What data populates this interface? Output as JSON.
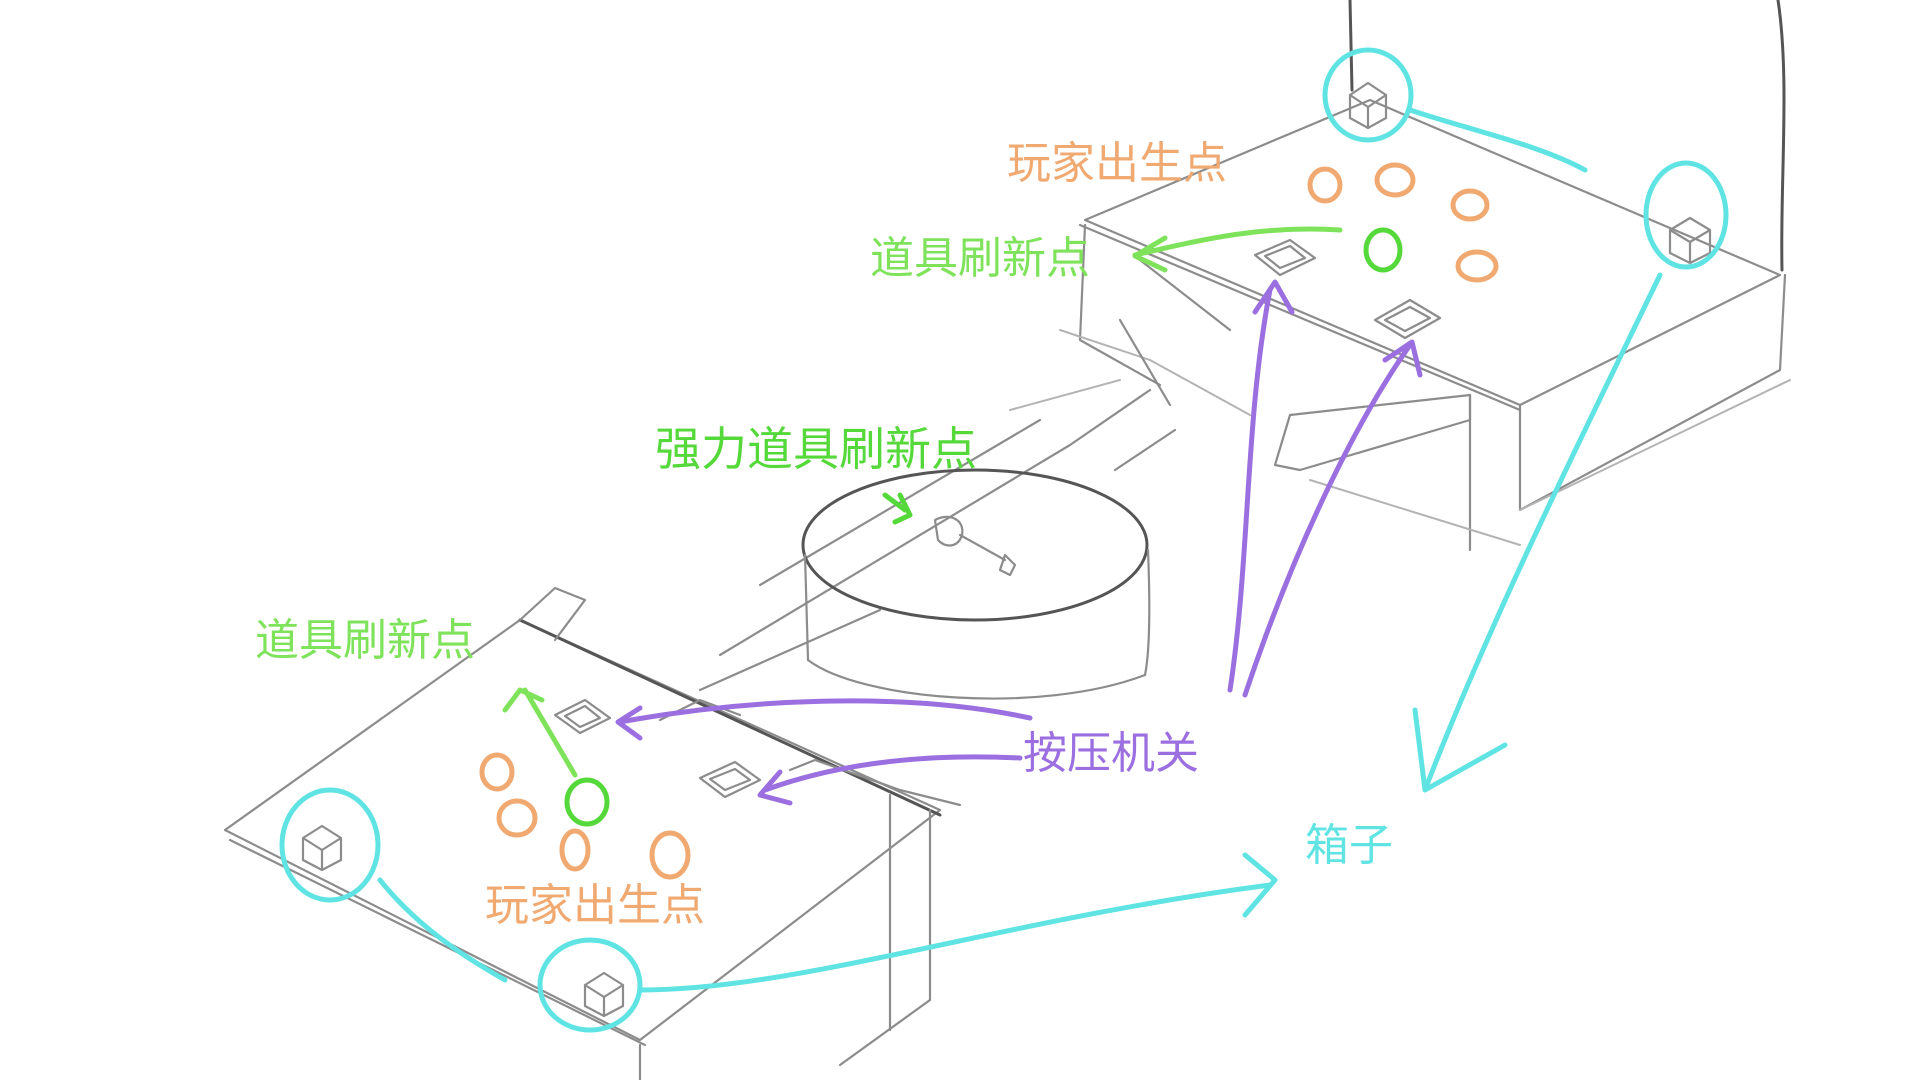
{
  "labels": {
    "player_spawn_top": "玩家出生点",
    "item_refresh_top": "道具刷新点",
    "power_item_refresh": "强力道具刷新点",
    "item_refresh_bottom": "道具刷新点",
    "pressure_switch": "按压机关",
    "player_spawn_bottom": "玩家出生点",
    "box": "箱子"
  },
  "colors": {
    "player_spawn": "#f0a970",
    "item_refresh": "#7ee35a",
    "power_item": "#55d93a",
    "pressure_switch": "#9b6fe0",
    "box": "#5fe3e3",
    "sketch": "#8c8c8c"
  }
}
